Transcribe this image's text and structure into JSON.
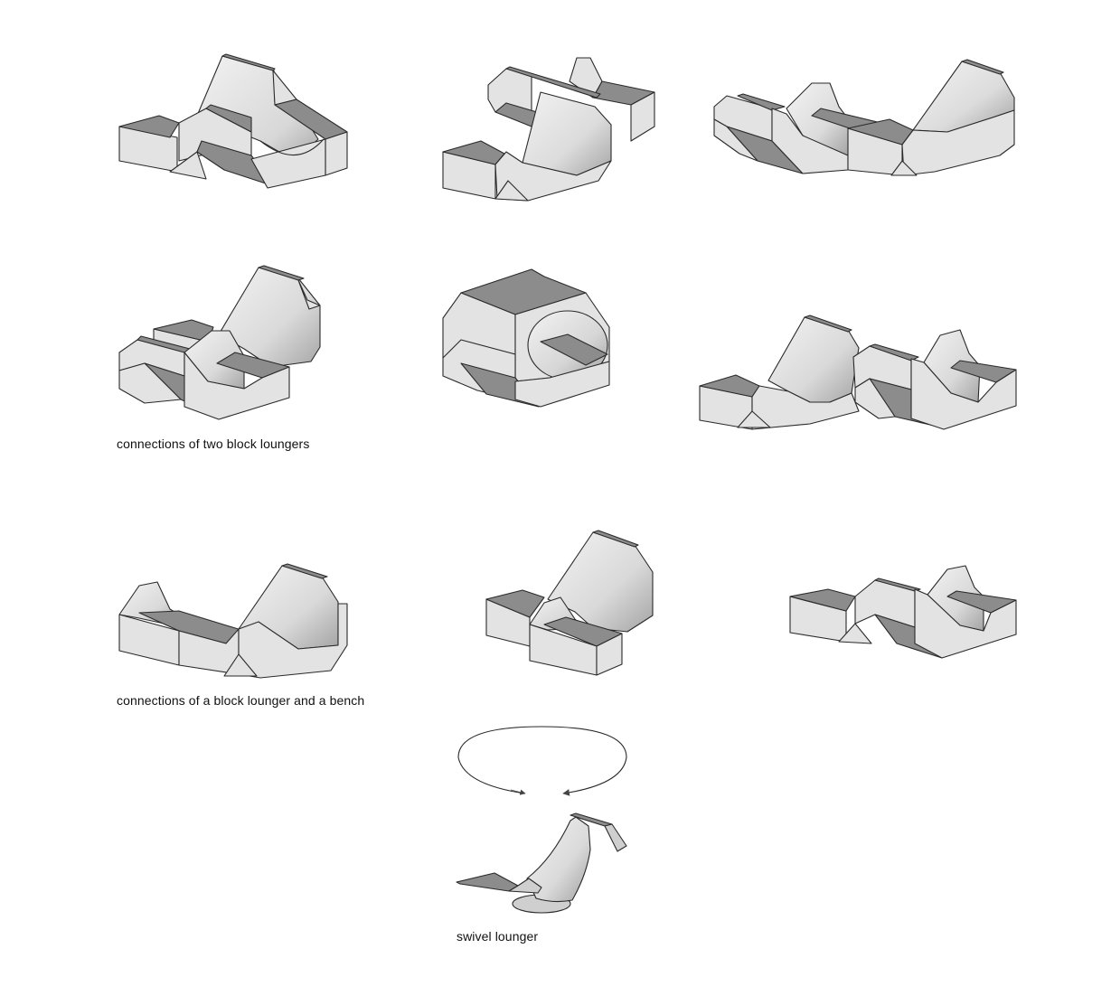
{
  "diagram": {
    "colors": {
      "background": "#ffffff",
      "light_face": "#e3e3e3",
      "dark_face": "#8c8c8c",
      "edge": "#2a2a2a",
      "text": "#111111"
    },
    "sections": [
      {
        "caption": "connections of two block loungers",
        "figures": [
          {
            "id": "tb-1",
            "description": "two loungers joined end to end, high backrest centered"
          },
          {
            "id": "tb-2",
            "description": "two loungers offset, curved backrest in front"
          },
          {
            "id": "tb-3",
            "description": "two loungers in a row, low and high backrests"
          },
          {
            "id": "tb-4",
            "description": "two loungers side by side, high backrest rear"
          },
          {
            "id": "tb-5",
            "description": "two loungers stacked forming a closed ring"
          },
          {
            "id": "tb-6",
            "description": "two loungers in a wave configuration"
          }
        ]
      },
      {
        "caption": "connections of a block lounger and a bench",
        "figures": [
          {
            "id": "lb-1",
            "description": "bench blocks joined to lounger with curved backrest"
          },
          {
            "id": "lb-2",
            "description": "lounger with two bench blocks in front"
          },
          {
            "id": "lb-3",
            "description": "bench and lounger in a low row"
          }
        ]
      },
      {
        "caption": "swivel lounger",
        "figures": [
          {
            "id": "sw-1",
            "description": "thin curved lounger on round pedestal with rotation arrows"
          }
        ]
      }
    ]
  }
}
